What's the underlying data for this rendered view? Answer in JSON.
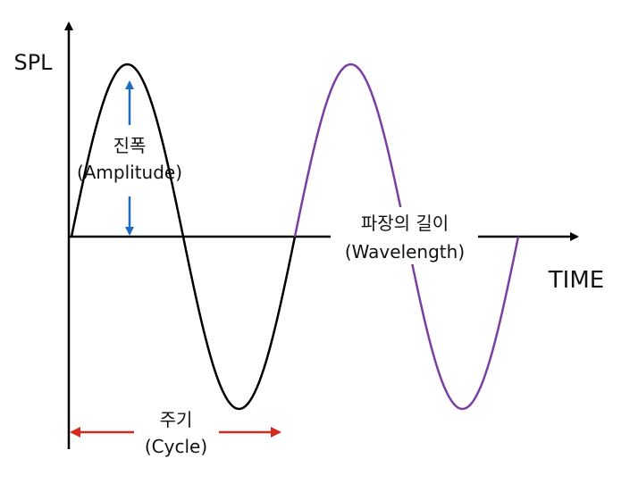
{
  "axes": {
    "y_label": "SPL",
    "x_label": "TIME"
  },
  "annotations": {
    "amplitude_ko": "진폭",
    "amplitude_en": "(Amplitude)",
    "cycle_ko": "주기",
    "cycle_en": "(Cycle)",
    "wavelength_ko": "파장의 길이",
    "wavelength_en": "(Wavelength)"
  },
  "colors": {
    "first_cycle": "#000000",
    "second_cycle": "#7a3fa0",
    "amplitude_arrow": "#1f6cc4",
    "cycle_arrow": "#d42a1f"
  }
}
